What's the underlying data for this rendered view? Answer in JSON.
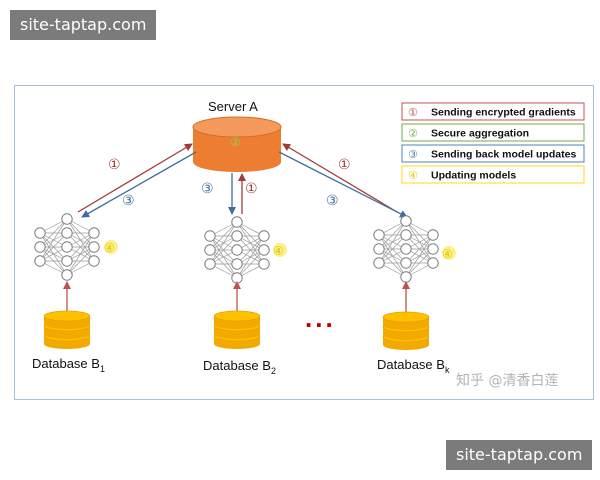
{
  "watermarks": {
    "top": "site-taptap.com",
    "bottom": "site-taptap.com"
  },
  "server": {
    "label": "Server A",
    "step_mark": "②"
  },
  "steps": {
    "send_encrypted": "①",
    "send_back": "③",
    "update": "④"
  },
  "databases": [
    {
      "name": "Database B",
      "sub": "1"
    },
    {
      "name": "Database B",
      "sub": "2"
    },
    {
      "name": "Database B",
      "sub": "k"
    }
  ],
  "ellipsis": "...",
  "legend": [
    {
      "num": "①",
      "text": "Sending encrypted gradients",
      "color": "#c0504d"
    },
    {
      "num": "②",
      "text": "Secure aggregation",
      "color": "#70ad47"
    },
    {
      "num": "③",
      "text": "Sending back model updates",
      "color": "#4f81bd"
    },
    {
      "num": "④",
      "text": "Updating models",
      "color": "#ffe34d"
    }
  ],
  "colors": {
    "server_fill": "#ed7d31",
    "database_fill": "#ffc000",
    "node_stroke": "#8c8c8c",
    "arrow_red": "#a33a3a",
    "arrow_blue": "#4f81bd",
    "step4_circle": "#f5e74a"
  },
  "credit": "知乎 @清香白莲"
}
